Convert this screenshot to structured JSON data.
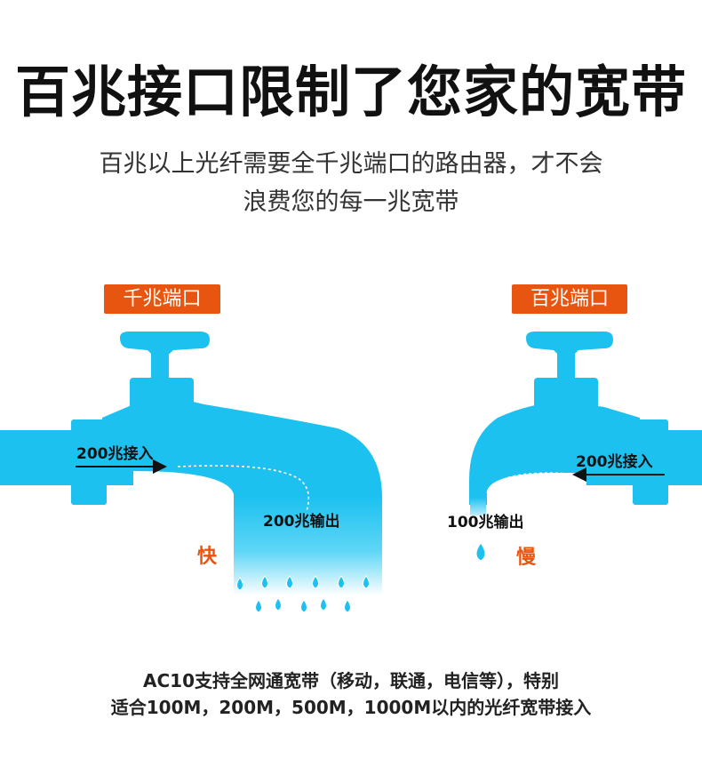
{
  "header": {
    "title": "百兆接口限制了您家的宽带",
    "subtitle_line1": "百兆以上光纤需要全千兆端口的路由器，才不会",
    "subtitle_line2": "浪费您的每一兆宽带"
  },
  "left_tap": {
    "badge": "千兆端口",
    "input_label": "200兆接入",
    "output_label": "200兆输出",
    "speed_label": "快"
  },
  "right_tap": {
    "badge": "百兆端口",
    "input_label": "200兆接入",
    "output_label": "100兆输出",
    "speed_label": "慢"
  },
  "footer": {
    "line1": "AC10支持全网通宽带（移动，联通，电信等），特别",
    "line2": "适合100M，200M，500M，1000M以内的光纤宽带接入"
  },
  "colors": {
    "pipe": "#1dc1f0",
    "accent": "#e85510",
    "text": "#111111"
  }
}
